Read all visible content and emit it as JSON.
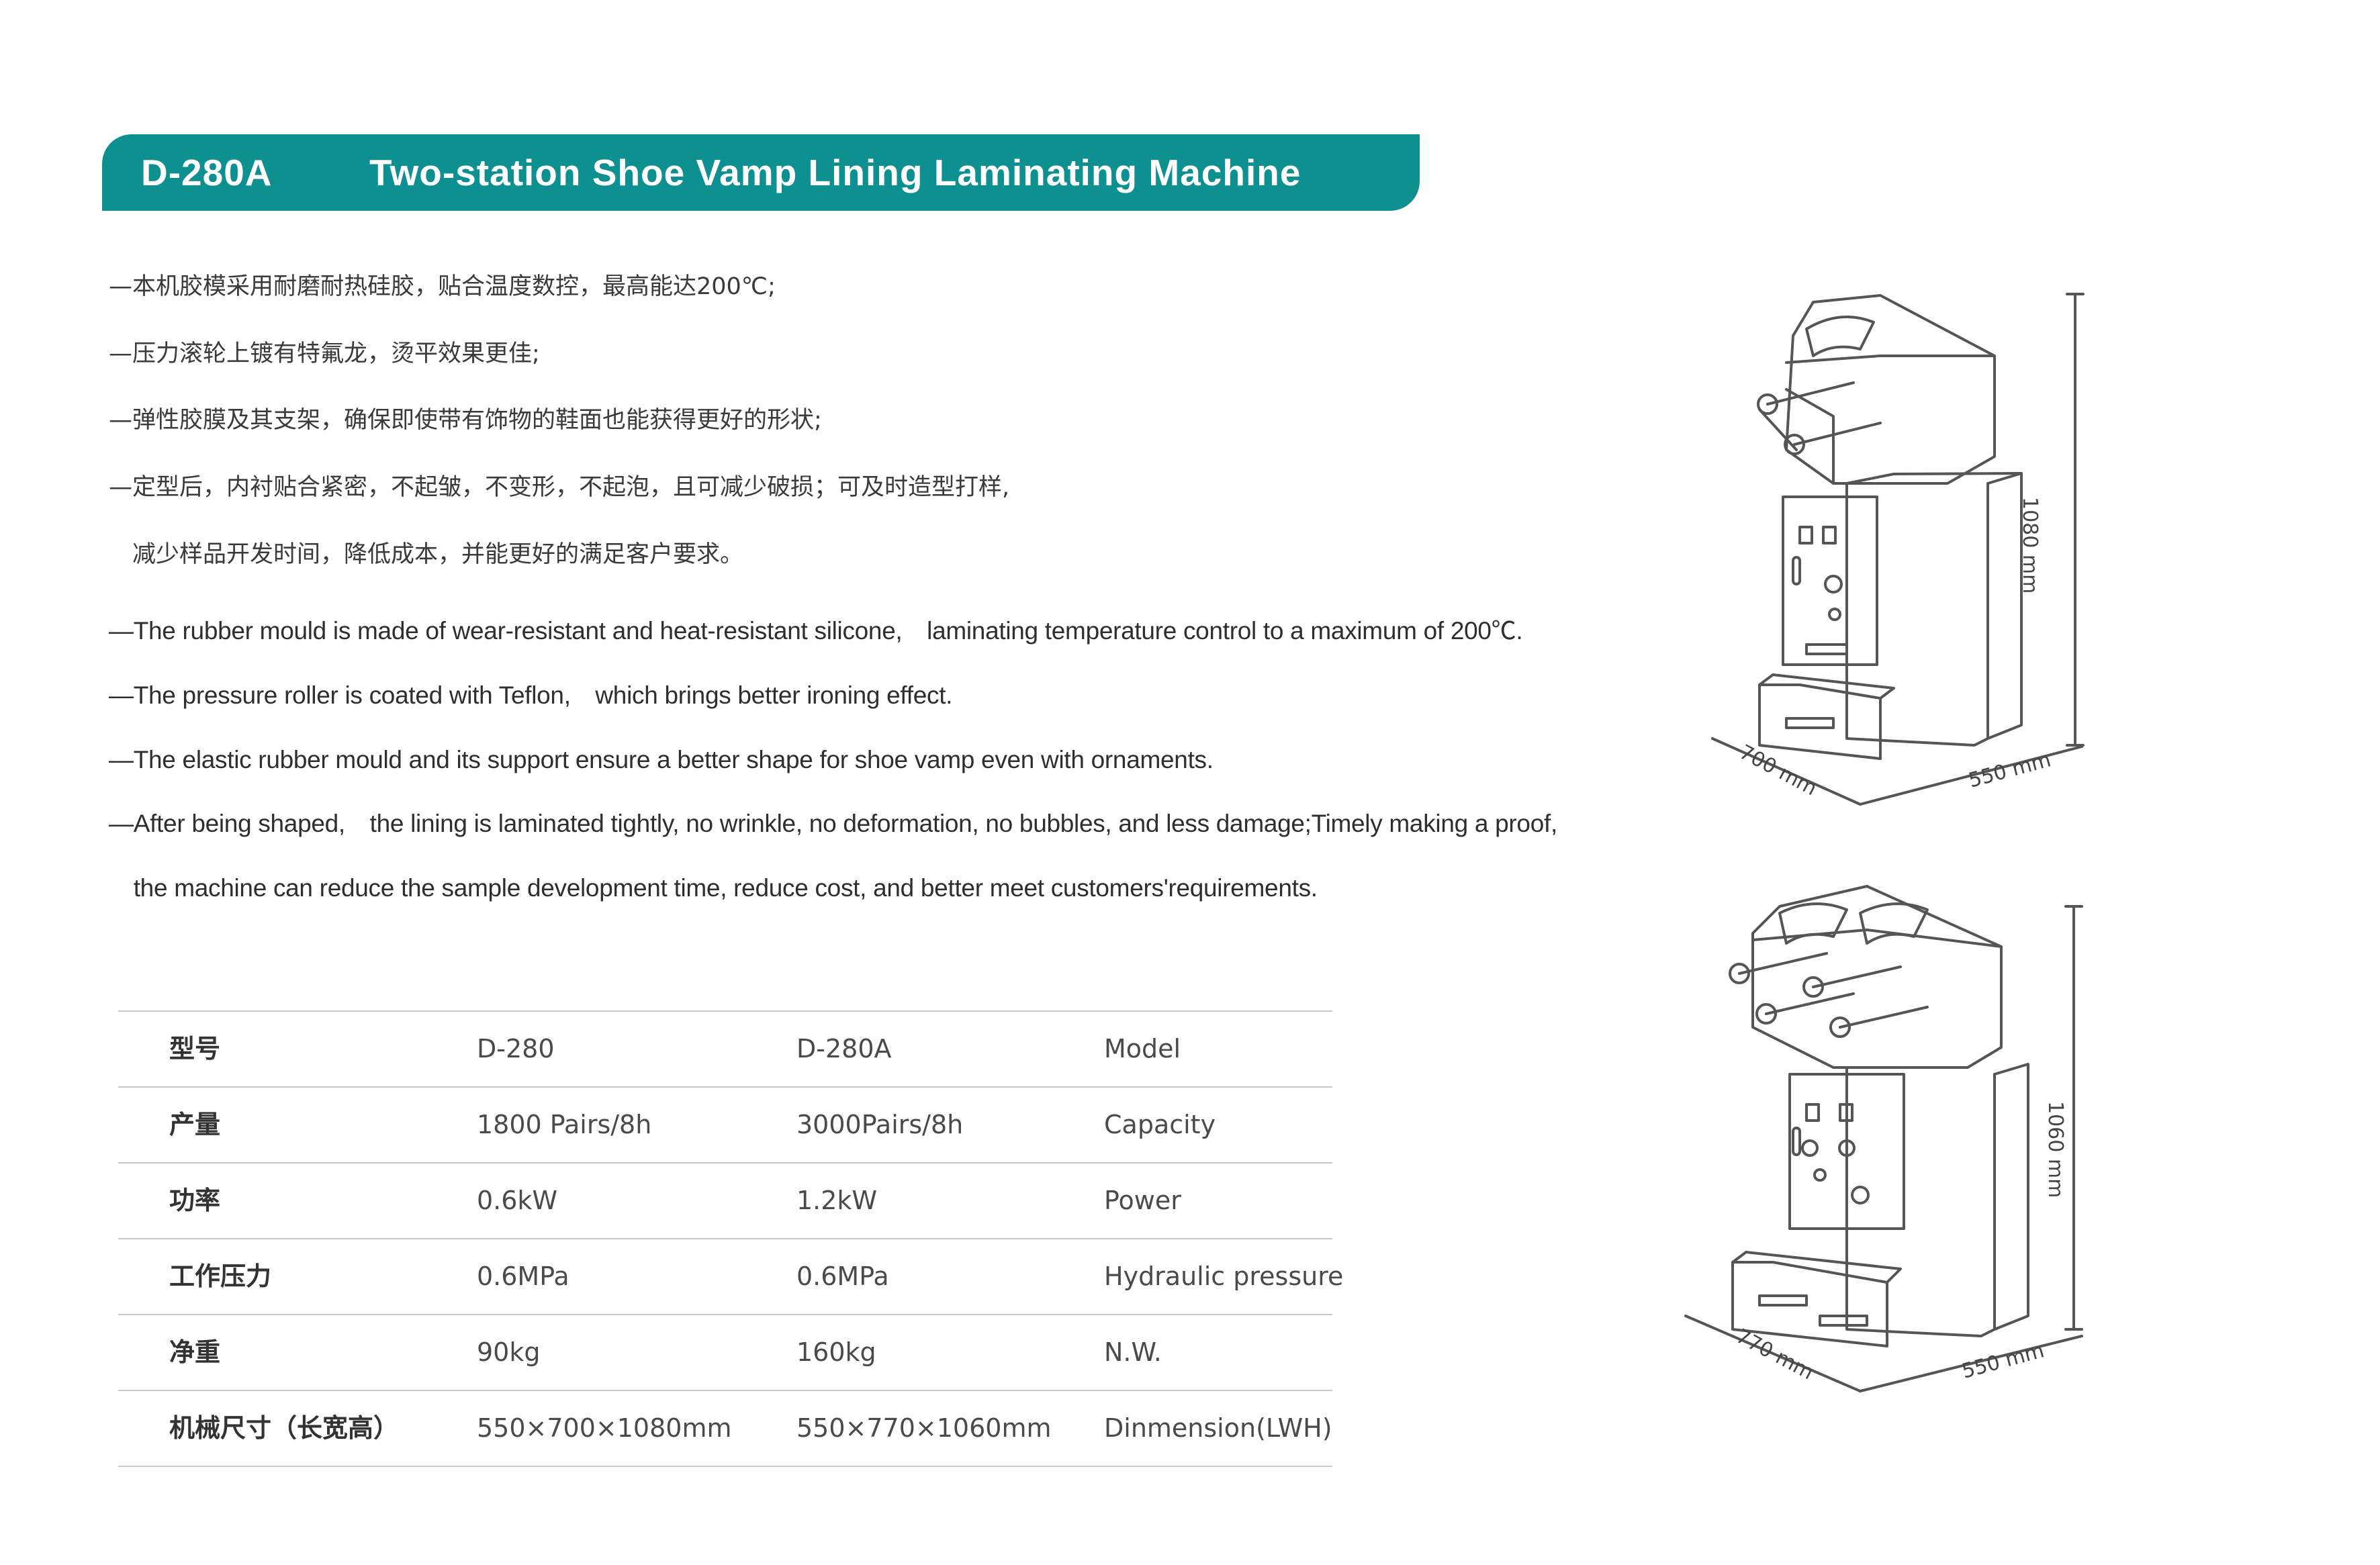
{
  "header": {
    "model": "D-280A",
    "title": "Two-station Shoe Vamp Lining Laminating Machine"
  },
  "features_cn": [
    "—本机胶模采用耐磨耐热硅胶，贴合温度数控，最高能达200℃;",
    "—压力滚轮上镀有特氟龙，烫平效果更佳;",
    "—弹性胶膜及其支架，确保即使带有饰物的鞋面也能获得更好的形状;",
    "—定型后，内衬贴合紧密，不起皱，不变形，不起泡，且可减少破损；可及时造型打样,",
    "　减少样品开发时间，降低成本，并能更好的满足客户要求。"
  ],
  "features_en": [
    "—The rubber mould is made of wear-resistant and heat-resistant silicone,　laminating temperature control to a maximum of 200℃.",
    "—The pressure roller is coated with Teflon,　which brings better ironing effect.",
    "—The elastic rubber mould and its support ensure a better shape for shoe vamp even with ornaments.",
    "—After being shaped,　the lining is laminated tightly, no wrinkle, no deformation, no bubbles, and less damage;Timely making a proof,",
    "　the machine can reduce the sample development time, reduce cost, and better meet customers'requirements."
  ],
  "specs": [
    [
      "型号",
      "D-280",
      "D-280A",
      "Model"
    ],
    [
      "产量",
      "1800 Pairs/8h",
      "3000Pairs/8h",
      "Capacity"
    ],
    [
      "功率",
      "0.6kW",
      "1.2kW",
      "Power"
    ],
    [
      "工作压力",
      "0.6MPa",
      "0.6MPa",
      "Hydraulic pressure"
    ],
    [
      "净重",
      "90kg",
      "160kg",
      "N.W."
    ],
    [
      "机械尺寸（长宽高）",
      "550×700×1080mm",
      "550×770×1060mm",
      "Dinmension(LWH)"
    ]
  ],
  "machine_top": {
    "height_label": "1080 mm",
    "depth_label": "700 mm",
    "width_label": "550 mm"
  },
  "machine_bottom": {
    "height_label": "1060 mm",
    "depth_label": "770 mm",
    "width_label": "550 mm"
  },
  "colors": {
    "header": "#0e9090",
    "rule": "#c9c9c9"
  }
}
